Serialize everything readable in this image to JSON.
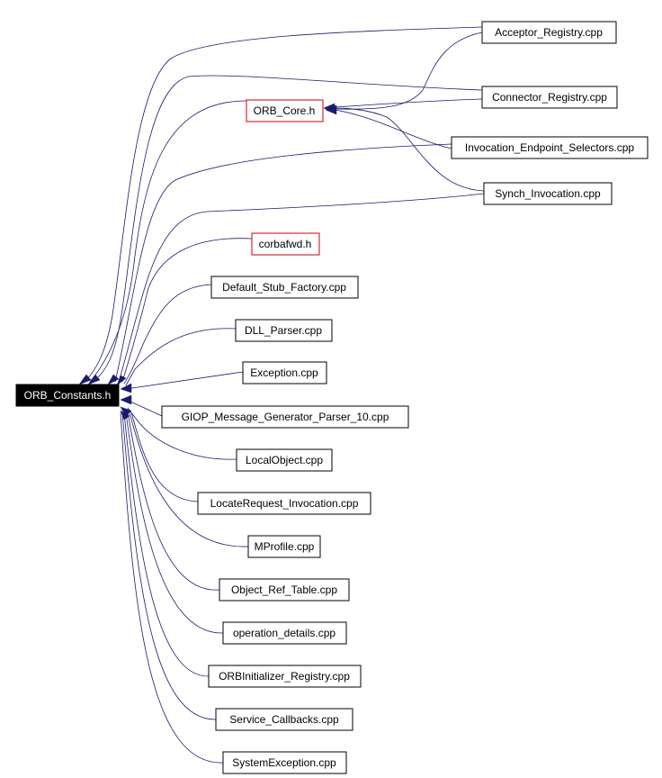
{
  "diagram": {
    "root": {
      "label": "ORB_Constants.h"
    },
    "core": {
      "label": "ORB_Core.h"
    },
    "nodes": [
      {
        "id": "acceptor",
        "label": "Acceptor_Registry.cpp"
      },
      {
        "id": "connector",
        "label": "Connector_Registry.cpp"
      },
      {
        "id": "invocation-endpoint",
        "label": "Invocation_Endpoint_Selectors.cpp"
      },
      {
        "id": "synch",
        "label": "Synch_Invocation.cpp"
      },
      {
        "id": "corbafwd",
        "label": "corbafwd.h"
      },
      {
        "id": "default-stub",
        "label": "Default_Stub_Factory.cpp"
      },
      {
        "id": "dll-parser",
        "label": "DLL_Parser.cpp"
      },
      {
        "id": "exception",
        "label": "Exception.cpp"
      },
      {
        "id": "giop",
        "label": "GIOP_Message_Generator_Parser_10.cpp"
      },
      {
        "id": "localobject",
        "label": "LocalObject.cpp"
      },
      {
        "id": "locaterequest",
        "label": "LocateRequest_Invocation.cpp"
      },
      {
        "id": "mprofile",
        "label": "MProfile.cpp"
      },
      {
        "id": "object-ref-table",
        "label": "Object_Ref_Table.cpp"
      },
      {
        "id": "operation-details",
        "label": "operation_details.cpp"
      },
      {
        "id": "orbinitializer",
        "label": "ORBInitializer_Registry.cpp"
      },
      {
        "id": "service-callbacks",
        "label": "Service_Callbacks.cpp"
      },
      {
        "id": "systemexception",
        "label": "SystemException.cpp"
      }
    ]
  }
}
